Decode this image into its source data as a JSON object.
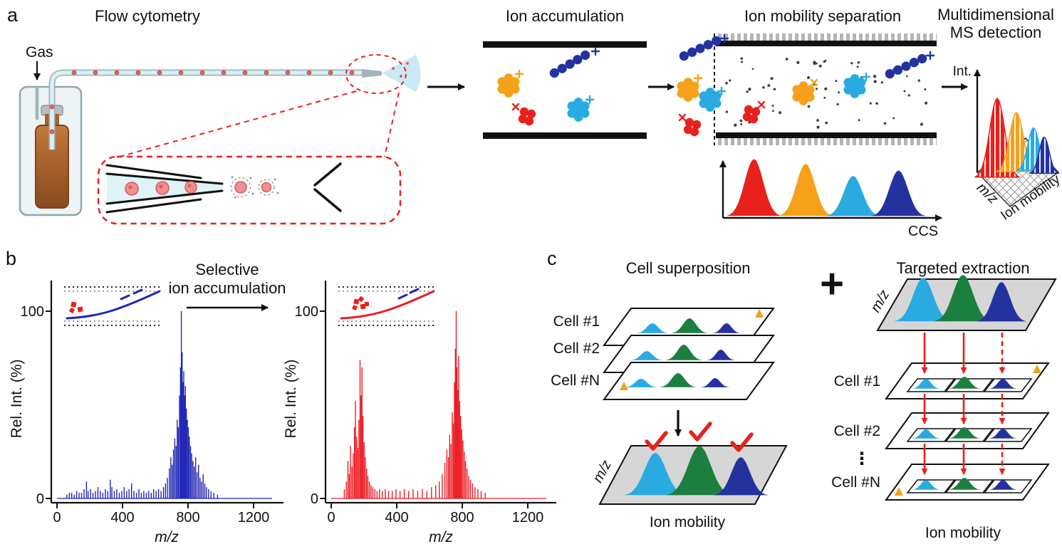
{
  "colors": {
    "red": "#e8211c",
    "orange": "#f5a11a",
    "light_blue": "#29abe2",
    "dark_blue": "#2432a0",
    "green": "#1b7f3f",
    "spectrum_blue": "#2126b5",
    "spectrum_red": "#ec1c24",
    "plane_gray": "#d6d6d6"
  },
  "panel_a": {
    "label": "a",
    "flow_cytometry_title": "Flow cytometry",
    "gas_label": "Gas",
    "ion_accumulation_title": "Ion accumulation",
    "ion_mobility_title": "Ion mobility separation",
    "ms_title_line1": "Multidimensional",
    "ms_title_line2": "MS detection"
  },
  "panel_b": {
    "label": "b",
    "arrow_label_line1": "Selective",
    "arrow_label_line2": "ion accumulation"
  },
  "panel_c": {
    "label": "c",
    "plus": "+",
    "superposition": {
      "title": "Cell superposition",
      "cell_labels": [
        "Cell #1",
        "Cell #2",
        "Cell #N"
      ],
      "mz_label": "m/z",
      "x_label": "Ion mobility"
    },
    "extraction": {
      "title": "Targeted extraction",
      "cell_labels": [
        "Cell #1",
        "Cell #2",
        "Cell #N"
      ],
      "ellipsis": "⋮",
      "mz_label": "m/z",
      "x_label": "Ion mobility"
    }
  },
  "chart_data": [
    {
      "id": "full_cell_mass_spectrum",
      "type": "bar",
      "title": "",
      "xlabel": "m/z",
      "ylabel": "Rel. Int. (%)",
      "xlim": [
        0,
        1350
      ],
      "ylim": [
        0,
        100
      ],
      "xticks": [
        "0",
        "400",
        "800",
        "1200"
      ],
      "yticks": [
        "100",
        "0"
      ],
      "color": "#2126b5",
      "peaks_mz_intensity": [
        [
          60,
          2
        ],
        [
          75,
          3
        ],
        [
          90,
          3
        ],
        [
          105,
          2
        ],
        [
          120,
          4
        ],
        [
          135,
          3
        ],
        [
          150,
          3
        ],
        [
          165,
          5
        ],
        [
          180,
          9
        ],
        [
          190,
          4
        ],
        [
          205,
          5
        ],
        [
          220,
          3
        ],
        [
          235,
          4
        ],
        [
          250,
          6
        ],
        [
          265,
          4
        ],
        [
          280,
          3
        ],
        [
          295,
          5
        ],
        [
          310,
          4
        ],
        [
          325,
          10
        ],
        [
          335,
          6
        ],
        [
          350,
          4
        ],
        [
          365,
          5
        ],
        [
          380,
          3
        ],
        [
          395,
          4
        ],
        [
          410,
          6
        ],
        [
          425,
          4
        ],
        [
          440,
          5
        ],
        [
          455,
          8
        ],
        [
          470,
          4
        ],
        [
          485,
          3
        ],
        [
          500,
          5
        ],
        [
          515,
          3
        ],
        [
          530,
          4
        ],
        [
          545,
          3
        ],
        [
          560,
          4
        ],
        [
          575,
          3
        ],
        [
          590,
          5
        ],
        [
          605,
          4
        ],
        [
          620,
          5
        ],
        [
          635,
          4
        ],
        [
          650,
          6
        ],
        [
          662,
          8
        ],
        [
          674,
          11
        ],
        [
          686,
          16
        ],
        [
          695,
          22
        ],
        [
          703,
          18
        ],
        [
          711,
          26
        ],
        [
          719,
          32
        ],
        [
          727,
          28
        ],
        [
          734,
          42
        ],
        [
          741,
          38
        ],
        [
          748,
          55
        ],
        [
          754,
          70
        ],
        [
          759,
          100
        ],
        [
          764,
          78
        ],
        [
          769,
          62
        ],
        [
          774,
          68
        ],
        [
          779,
          55
        ],
        [
          784,
          60
        ],
        [
          790,
          48
        ],
        [
          796,
          42
        ],
        [
          802,
          38
        ],
        [
          808,
          33
        ],
        [
          815,
          28
        ],
        [
          822,
          24
        ],
        [
          830,
          20
        ],
        [
          838,
          17
        ],
        [
          846,
          22
        ],
        [
          855,
          14
        ],
        [
          864,
          18
        ],
        [
          873,
          11
        ],
        [
          882,
          9
        ],
        [
          892,
          13
        ],
        [
          902,
          8
        ],
        [
          912,
          6
        ],
        [
          925,
          5
        ],
        [
          940,
          4
        ],
        [
          958,
          3
        ],
        [
          980,
          2
        ]
      ]
    },
    {
      "id": "selective_accumulation_mass_spectrum",
      "type": "bar",
      "title": "",
      "xlabel": "m/z",
      "ylabel": "Rel. Int. (%)",
      "xlim": [
        0,
        1350
      ],
      "ylim": [
        0,
        100
      ],
      "xticks": [
        "0",
        "400",
        "800",
        "1200"
      ],
      "yticks": [
        "100",
        "0"
      ],
      "color": "#ec1c24",
      "peaks_mz_intensity": [
        [
          80,
          5
        ],
        [
          92,
          9
        ],
        [
          102,
          20
        ],
        [
          110,
          13
        ],
        [
          118,
          28
        ],
        [
          126,
          17
        ],
        [
          134,
          24
        ],
        [
          142,
          38
        ],
        [
          148,
          52
        ],
        [
          155,
          33
        ],
        [
          162,
          27
        ],
        [
          169,
          42
        ],
        [
          176,
          74
        ],
        [
          182,
          55
        ],
        [
          188,
          70
        ],
        [
          194,
          44
        ],
        [
          201,
          30
        ],
        [
          208,
          22
        ],
        [
          216,
          16
        ],
        [
          224,
          12
        ],
        [
          233,
          9
        ],
        [
          243,
          7
        ],
        [
          254,
          6
        ],
        [
          266,
          5
        ],
        [
          280,
          4
        ],
        [
          295,
          5
        ],
        [
          312,
          4
        ],
        [
          330,
          5
        ],
        [
          350,
          4
        ],
        [
          372,
          4
        ],
        [
          395,
          5
        ],
        [
          420,
          4
        ],
        [
          446,
          5
        ],
        [
          472,
          4
        ],
        [
          500,
          5
        ],
        [
          528,
          4
        ],
        [
          556,
          5
        ],
        [
          584,
          4
        ],
        [
          612,
          6
        ],
        [
          638,
          7
        ],
        [
          660,
          9
        ],
        [
          678,
          13
        ],
        [
          694,
          19
        ],
        [
          706,
          26
        ],
        [
          715,
          22
        ],
        [
          723,
          34
        ],
        [
          731,
          29
        ],
        [
          739,
          46
        ],
        [
          746,
          40
        ],
        [
          752,
          62
        ],
        [
          758,
          80
        ],
        [
          763,
          100
        ],
        [
          768,
          70
        ],
        [
          773,
          58
        ],
        [
          778,
          76
        ],
        [
          784,
          52
        ],
        [
          790,
          44
        ],
        [
          797,
          37
        ],
        [
          804,
          31
        ],
        [
          812,
          25
        ],
        [
          820,
          20
        ],
        [
          829,
          16
        ],
        [
          839,
          12
        ],
        [
          850,
          10
        ],
        [
          863,
          8
        ],
        [
          878,
          6
        ],
        [
          895,
          5
        ],
        [
          915,
          4
        ],
        [
          940,
          3
        ]
      ]
    },
    {
      "id": "ccs_distribution",
      "type": "area",
      "xlabel": "CCS",
      "series": [
        {
          "name": "red",
          "center_frac": 0.15,
          "height_frac": 0.85
        },
        {
          "name": "orange",
          "center_frac": 0.4,
          "height_frac": 0.78
        },
        {
          "name": "light_blue",
          "center_frac": 0.63,
          "height_frac": 0.6
        },
        {
          "name": "dark_blue",
          "center_frac": 0.85,
          "height_frac": 0.68
        }
      ]
    },
    {
      "id": "multidimensional_ms_detection",
      "type": "area",
      "zlabel": "Int.",
      "ylabel": "m/z",
      "xlabel": "Ion mobility",
      "series": [
        {
          "name": "red",
          "height_frac": 1.0
        },
        {
          "name": "orange",
          "height_frac": 0.75
        },
        {
          "name": "light_blue",
          "height_frac": 0.54
        },
        {
          "name": "dark_blue",
          "height_frac": 0.46
        }
      ]
    }
  ]
}
